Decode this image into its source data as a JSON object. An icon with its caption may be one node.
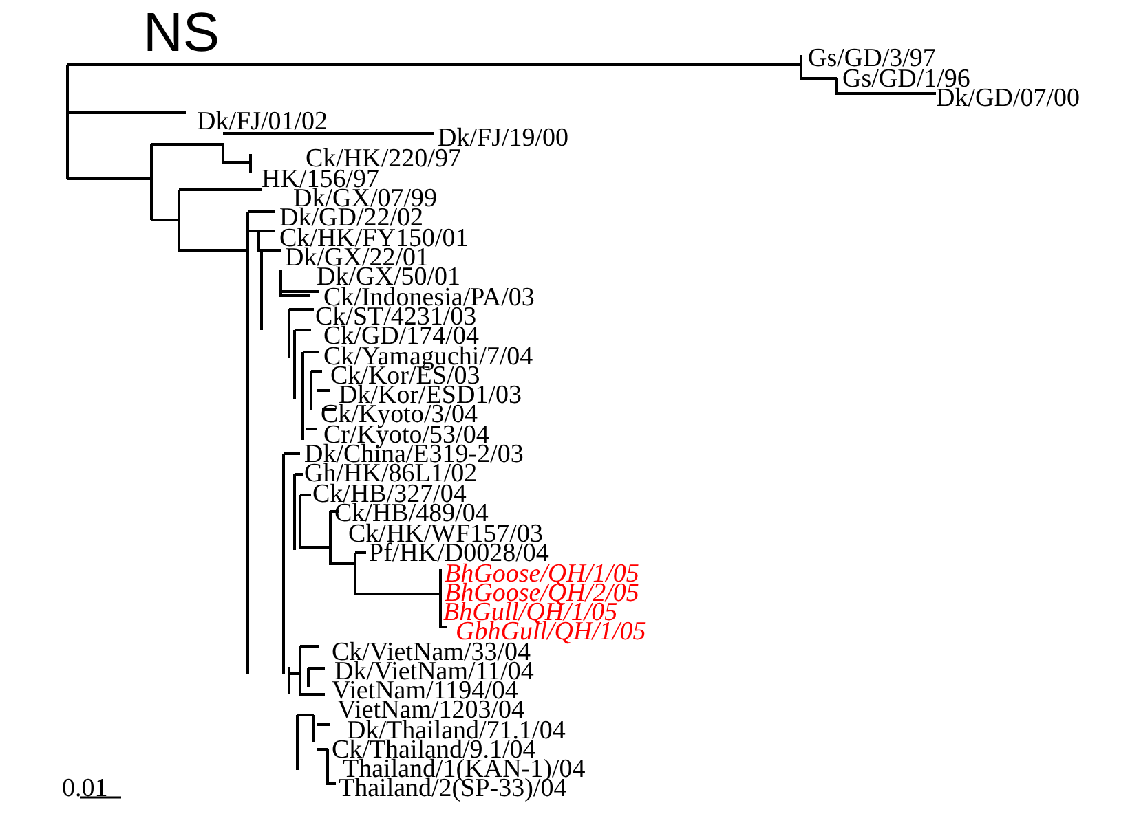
{
  "diagram": {
    "title": "NS",
    "labels": [
      "Gs/GD/3/97",
      "Gs/GD/1/96",
      "Dk/GD/07/00",
      "Dk/FJ/01/02",
      "Dk/FJ/19/00",
      "Ck/HK/220/97",
      "HK/156/97",
      "Dk/GX/07/99",
      "Dk/GD/22/02",
      "Ck/HK/FY150/01",
      "Dk/GX/22/01",
      "Dk/GX/50/01",
      "Ck/Indonesia/PA/03",
      "Ck/ST/4231/03",
      "Ck/GD/174/04",
      "Ck/Yamaguchi/7/04",
      "Ck/Kor/ES/03",
      "Dk/Kor/ESD1/03",
      "Ck/Kyoto/3/04",
      "Cr/Kyoto/53/04",
      "Dk/China/E319-2/03",
      "Gh/HK/86L1/02",
      "Ck/HB/327/04",
      "Ck/HB/489/04",
      "Ck/HK/WF157/03",
      "Pf/HK/D0028/04",
      "BhGoose/QH/1/05",
      "BhGoose/QH/2/05",
      "BhGull/QH/1/05",
      "GbhGull/QH/1/05",
      "Ck/VietNam/33/04",
      "Dk/VietNam/11/04",
      "VietNam/1194/04",
      "VietNam/1203/04",
      "Dk/Thailand/71.1/04",
      "Ck/Thailand/9.1/04",
      "Thailand/1(KAN-1)/04",
      "Thailand/2(SP-33)/04",
      "0.01"
    ]
  }
}
